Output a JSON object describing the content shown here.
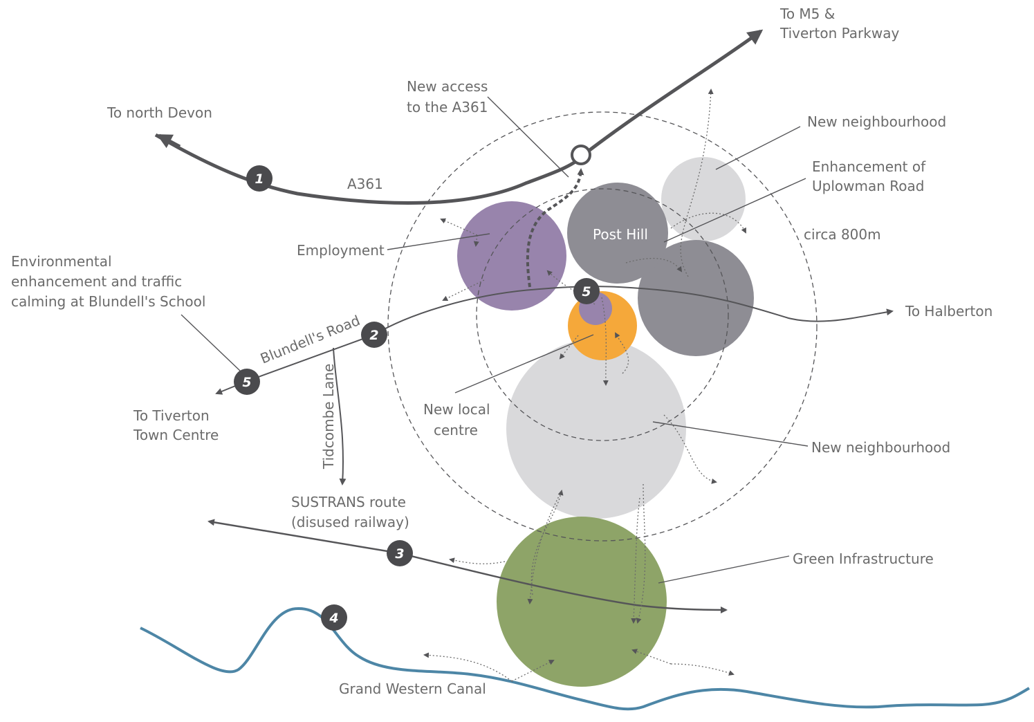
{
  "labels": {
    "to_m5_line1": "To M5 &",
    "to_m5_line2": "Tiverton Parkway",
    "to_north_devon": "To north Devon",
    "new_access_line1": "New access",
    "new_access_line2": "to the A361",
    "a361": "A361",
    "new_neighbourhood_top": "New neighbourhood",
    "enhancement_line1": "Enhancement of",
    "enhancement_line2": "Uplowman Road",
    "circa": "circa 800m",
    "post_hill": "Post Hill",
    "employment": "Employment",
    "env_line1": "Environmental",
    "env_line2": "enhancement and traffic",
    "env_line3": "calming at Blundell's School",
    "to_halberton": "To Halberton",
    "blundells_road": "Blundell's Road",
    "tidcombe_lane": "Tidcombe Lane",
    "to_tiverton_line1": "To Tiverton",
    "to_tiverton_line2": "Town Centre",
    "new_local_line1": "New local",
    "new_local_line2": "centre",
    "new_neighbourhood_bottom": "New neighbourhood",
    "sustrans_line1": "SUSTRANS route",
    "sustrans_line2": "(disused railway)",
    "green_infrastructure": "Green Infrastructure",
    "grand_western_canal": "Grand Western Canal"
  },
  "badges": {
    "a361": "1",
    "blundells_road": "2",
    "sustrans": "3",
    "canal": "4",
    "school": "5",
    "local_centre": "5"
  },
  "colors": {
    "employment": "#9884ac",
    "post_hill": "#8e8d94",
    "neighbourhood_east": "#8e8d94",
    "neighbourhood_light": "#d9d9db",
    "local_centre": "#f5a83a",
    "local_centre_core": "#9884ac",
    "green_infrastructure": "#8ea468",
    "canal": "#4d86a6",
    "road": "#555558",
    "text": "#6b6b6b"
  }
}
